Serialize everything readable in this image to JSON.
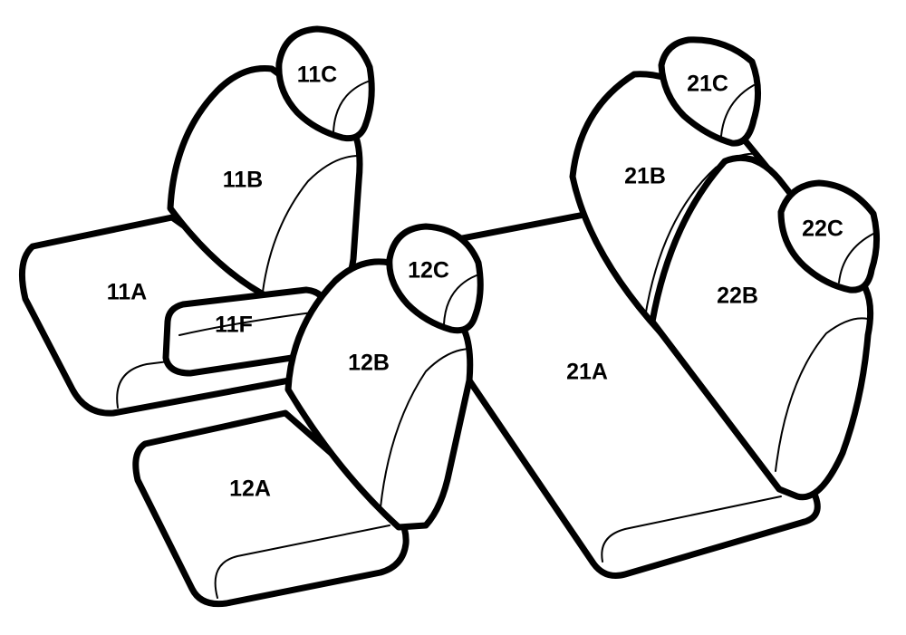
{
  "labels": {
    "l11A": "11A",
    "l11B": "11B",
    "l11C": "11C",
    "l11F": "11F",
    "l12A": "12A",
    "l12B": "12B",
    "l12C": "12C",
    "l21A": "21A",
    "l21B": "21B",
    "l21C": "21C",
    "l22B": "22B",
    "l22C": "22C"
  },
  "colors": {
    "stroke": "#000000",
    "fill": "#ffffff",
    "background": "#ffffff"
  }
}
